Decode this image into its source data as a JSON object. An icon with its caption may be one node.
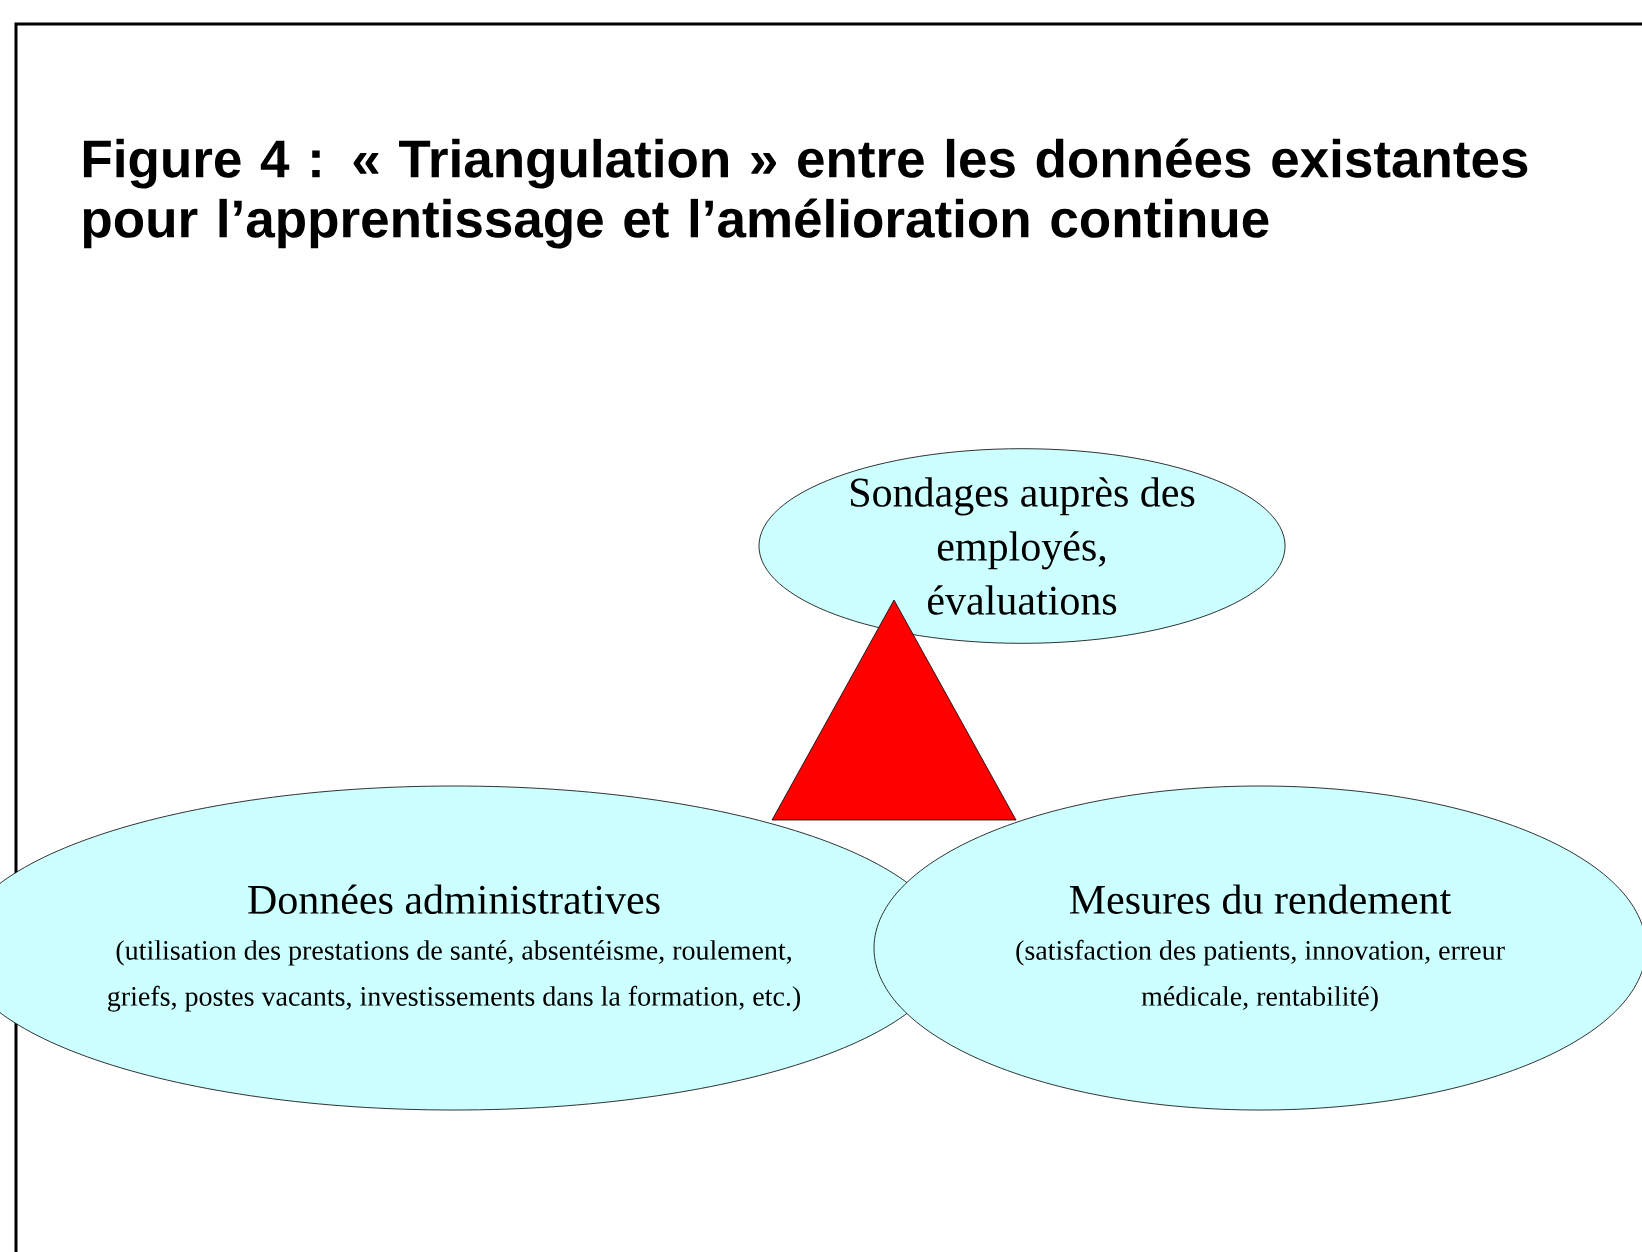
{
  "diagram": {
    "title": "Figure 4 : « Triangulation » entre les données existantes pour l’apprentissage et l’amélioration continue",
    "nodes": [
      {
        "text": [
          "Sondages auprès des employés, évaluations"
        ]
      },
      {
        "text": [],
        "shape": "triangle"
      },
      {
        "text": [
          "Données administratives",
          "(utilisation des prestations de santé, absentéisme, roulement, griefs, postes vacants, investissements dans la formation, etc.)"
        ]
      },
      {
        "text": [
          "Mesures du rendement",
          "(satisfaction des patients, innovation, erreur médicale, rentabilité)"
        ]
      }
    ]
  }
}
